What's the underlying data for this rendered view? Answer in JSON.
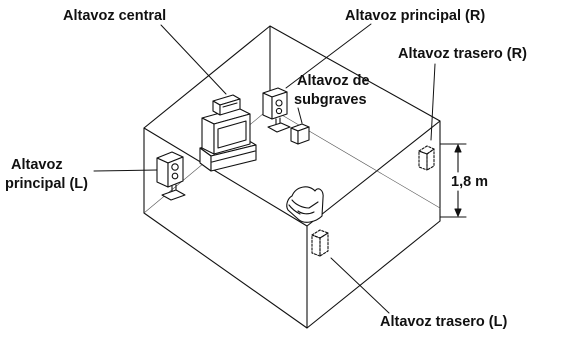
{
  "labels": {
    "center_speaker": "Altavoz central",
    "front_right_speaker": "Altavoz principal (R)",
    "subwoofer_line1": "Altavoz de",
    "subwoofer_line2": "subgraves",
    "rear_right_speaker": "Altavoz trasero (R)",
    "front_left_speaker_line1": "Altavoz",
    "front_left_speaker_line2": "principal (L)",
    "height_dimension": "1,8 m",
    "rear_left_speaker": "Altavoz trasero (L)"
  }
}
